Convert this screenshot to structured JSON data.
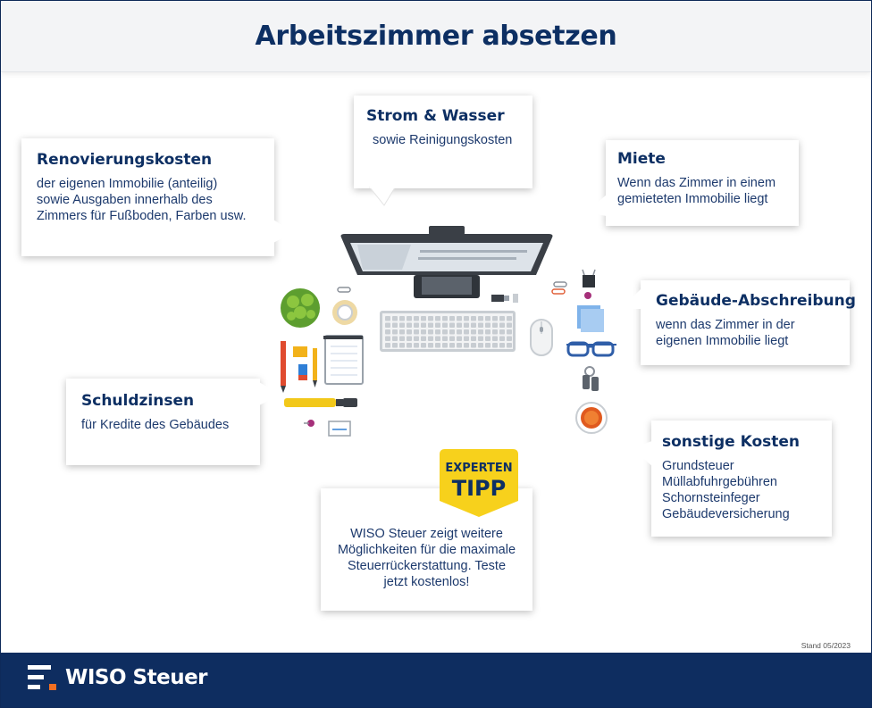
{
  "title": "Arbeitszimmer absetzen",
  "cards": {
    "strom": {
      "title": "Strom & Wasser",
      "lines": [
        "sowie Reinigungskosten"
      ]
    },
    "renovierung": {
      "title": "Renovierungskosten",
      "lines": [
        "der eigenen Immobilie (anteilig)",
        "sowie Ausgaben innerhalb des",
        "Zimmers für Fußboden, Farben usw."
      ]
    },
    "miete": {
      "title": "Miete",
      "lines": [
        "Wenn das Zimmer in einem",
        "gemieteten Immobilie liegt"
      ]
    },
    "abschreibung": {
      "title": "Gebäude-Abschreibung",
      "lines": [
        "wenn das Zimmer in der",
        "eigenen Immobilie liegt"
      ]
    },
    "schuldzinsen": {
      "title": "Schuldzinsen",
      "lines": [
        "für Kredite des Gebäudes"
      ]
    },
    "sonstige": {
      "title": "sonstige Kosten",
      "lines": [
        "Grundsteuer",
        "Müllabfuhrgebühren",
        "Schornsteinfeger",
        "Gebäudeversicherung"
      ]
    },
    "tipp": {
      "lines": [
        "WISO Steuer zeigt weitere",
        "Möglichkeiten für die maximale",
        "Steuerrückerstattung. Teste",
        "jetzt kostenlos!"
      ]
    }
  },
  "badge": {
    "line1": "EXPERTEN",
    "line2": "TIPP",
    "color": "#f7d11c"
  },
  "stand": "Stand 05/2023",
  "footer": {
    "logo_text": "WISO Steuer",
    "background": "#0e2d60",
    "accent": "#f26f21"
  },
  "icons": [
    "plant-icon",
    "paperclip-icon",
    "tape-roll-icon",
    "pencil-icon",
    "eraser-icon",
    "notebook-icon",
    "highlighter-icon",
    "pushpin-icon",
    "business-card-icon",
    "monitor-icon",
    "keyboard-icon",
    "mouse-icon",
    "usb-stick-icon",
    "binder-clip-icon",
    "sticky-notes-icon",
    "glasses-icon",
    "keys-icon",
    "tea-cup-icon"
  ]
}
